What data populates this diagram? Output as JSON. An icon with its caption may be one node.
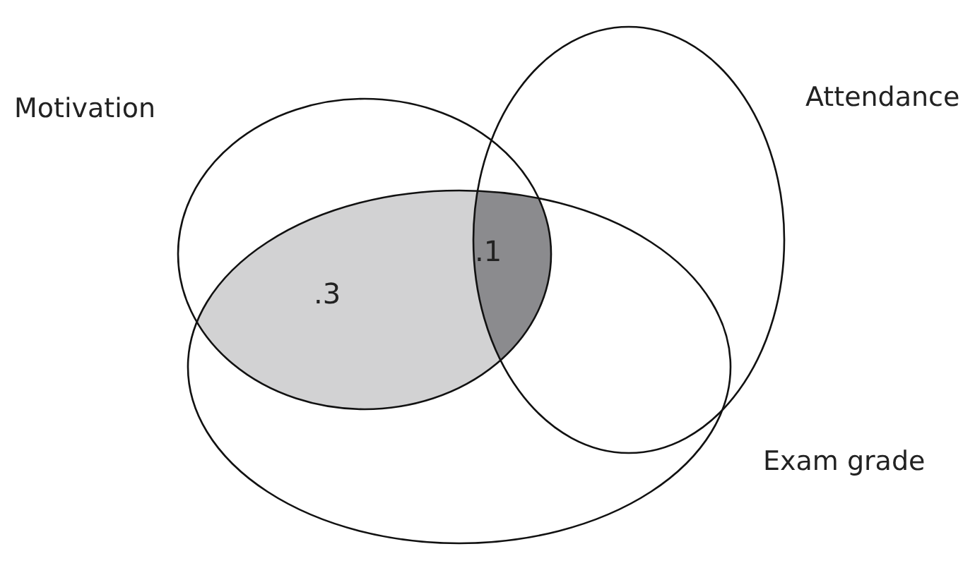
{
  "diagram": {
    "nodes": [
      {
        "text": [
          "Motivation"
        ]
      },
      {
        "text": [
          "Attendance"
        ]
      },
      {
        "text": [
          "Exam grade"
        ]
      }
    ],
    "labels": [
      ".3",
      ".1"
    ]
  }
}
